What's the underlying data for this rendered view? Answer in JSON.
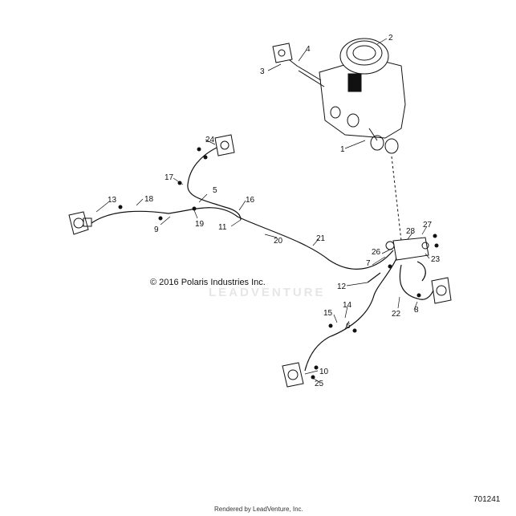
{
  "copyright": "© 2016 Polaris Industries Inc.",
  "diagram_number": "701241",
  "rendered_by": "Rendered by LeadVenture, Inc.",
  "watermark_text": "LEADVENTURE",
  "callouts": [
    {
      "id": "1",
      "text": "1"
    },
    {
      "id": "2",
      "text": "2"
    },
    {
      "id": "3",
      "text": "3"
    },
    {
      "id": "4",
      "text": "4"
    },
    {
      "id": "5",
      "text": "5"
    },
    {
      "id": "6",
      "text": "6"
    },
    {
      "id": "7",
      "text": "7"
    },
    {
      "id": "8",
      "text": "8"
    },
    {
      "id": "9",
      "text": "9"
    },
    {
      "id": "10",
      "text": "10"
    },
    {
      "id": "11",
      "text": "11"
    },
    {
      "id": "12",
      "text": "12"
    },
    {
      "id": "13",
      "text": "13"
    },
    {
      "id": "14",
      "text": "14"
    },
    {
      "id": "15",
      "text": "15"
    },
    {
      "id": "16",
      "text": "16"
    },
    {
      "id": "17",
      "text": "17"
    },
    {
      "id": "18",
      "text": "18"
    },
    {
      "id": "19",
      "text": "19"
    },
    {
      "id": "20",
      "text": "20"
    },
    {
      "id": "21",
      "text": "21"
    },
    {
      "id": "22",
      "text": "22"
    },
    {
      "id": "23",
      "text": "23"
    },
    {
      "id": "24",
      "text": "24"
    },
    {
      "id": "25",
      "text": "25"
    },
    {
      "id": "26",
      "text": "26"
    },
    {
      "id": "27",
      "text": "27"
    },
    {
      "id": "28",
      "text": "28"
    }
  ]
}
